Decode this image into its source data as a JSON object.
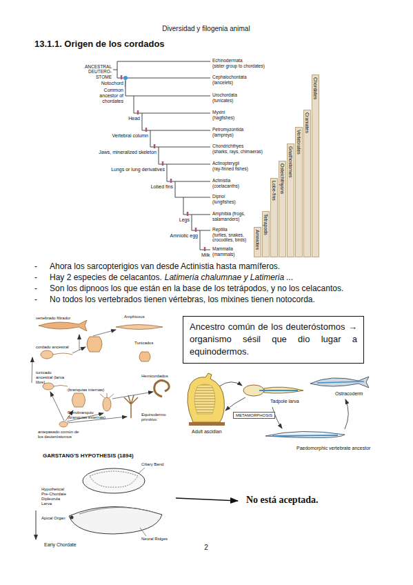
{
  "diagram": {
    "nodes": [
      {
        "text": [
          "Chordates"
        ]
      },
      {
        "text": [
          "Craniates"
        ]
      },
      {
        "text": [
          "Vertebrates"
        ]
      },
      {
        "text": [
          "Gnathostomes"
        ]
      },
      {
        "text": [
          "Osteichthyans"
        ]
      },
      {
        "text": [
          "Lobe-fins"
        ]
      },
      {
        "text": [
          "Tetrapods"
        ]
      },
      {
        "text": [
          "Amniotes"
        ]
      },
      {
        "text": [
          "Ancestro común de los deuteróstomos → organismo sésil que dio lugar a equinodermos."
        ]
      },
      {
        "text": [
          "METAMORPHOSIS"
        ]
      }
    ],
    "labels": [
      "Diversidad y filogenia animal",
      "13.1.1. Origen de los cordados",
      "ANCESTRAL DEUTERO- STOME",
      "Echinodermata",
      "(sister group to chordates)",
      "Cephalochordata",
      "(lancelets)",
      "Urochordata",
      "(tunicates)",
      "Myxini",
      "(hagfishes)",
      "Petromyzontida",
      "(lampreys)",
      "Chondrichthyes",
      "(sharks, rays, chimaeras)",
      "Actinopterygii",
      "(ray-finned fishes)",
      "Actinistia",
      "(coelacanths)",
      "Dipnoi",
      "(lungfishes)",
      "Amphibia (frogs,",
      "salamanders)",
      "Reptilia",
      "(turtles, snakes, crocodiles, birds)",
      "Mammalia",
      "(mammals)",
      "Notochord",
      "Common ancestor of chordates",
      "Head",
      "Vertebral column",
      "Jaws, mineralized skeleton",
      "Lungs or lung derivatives",
      "Lobed fins",
      "Legs",
      "Amniotic egg",
      "Milk",
      "-",
      "Ahora los sarcopterigios van desde Actinistia hasta mamíferos.",
      "-",
      "Hay 2 especies de celacantos.",
      "Latimeria chalumnae y Latimeria ...",
      "-",
      "Son los dipnoos los que están en la base de los tetrápodos, y no los celacantos.",
      "-",
      "No todos los vertebrados tienen vértebras, los mixines tienen notocorda.",
      "vertebrado filtrador",
      "Amphioxus",
      "cordado ancestral",
      "Tunicados",
      "Hemicordados",
      "tunicado ancestral (larva libre)",
      "(branquias internas)",
      "Pterobranquio (branquias externas)",
      "Equinodermo primitivo",
      "antepasado común de los deuteróstomos",
      "Adult ascidian",
      "Tadpole larva",
      "Ostracoderm",
      "Paedomorphic vertebrate ancestor",
      "GARSTANG'S HYPOTHESIS (1894)",
      "Ciliary Band",
      "Hypothetical Pre-Chordate Dipleurula Larva",
      "Apical Organ",
      "Neural Ridges",
      "Early Chordate",
      "No está aceptada.",
      "2"
    ]
  }
}
